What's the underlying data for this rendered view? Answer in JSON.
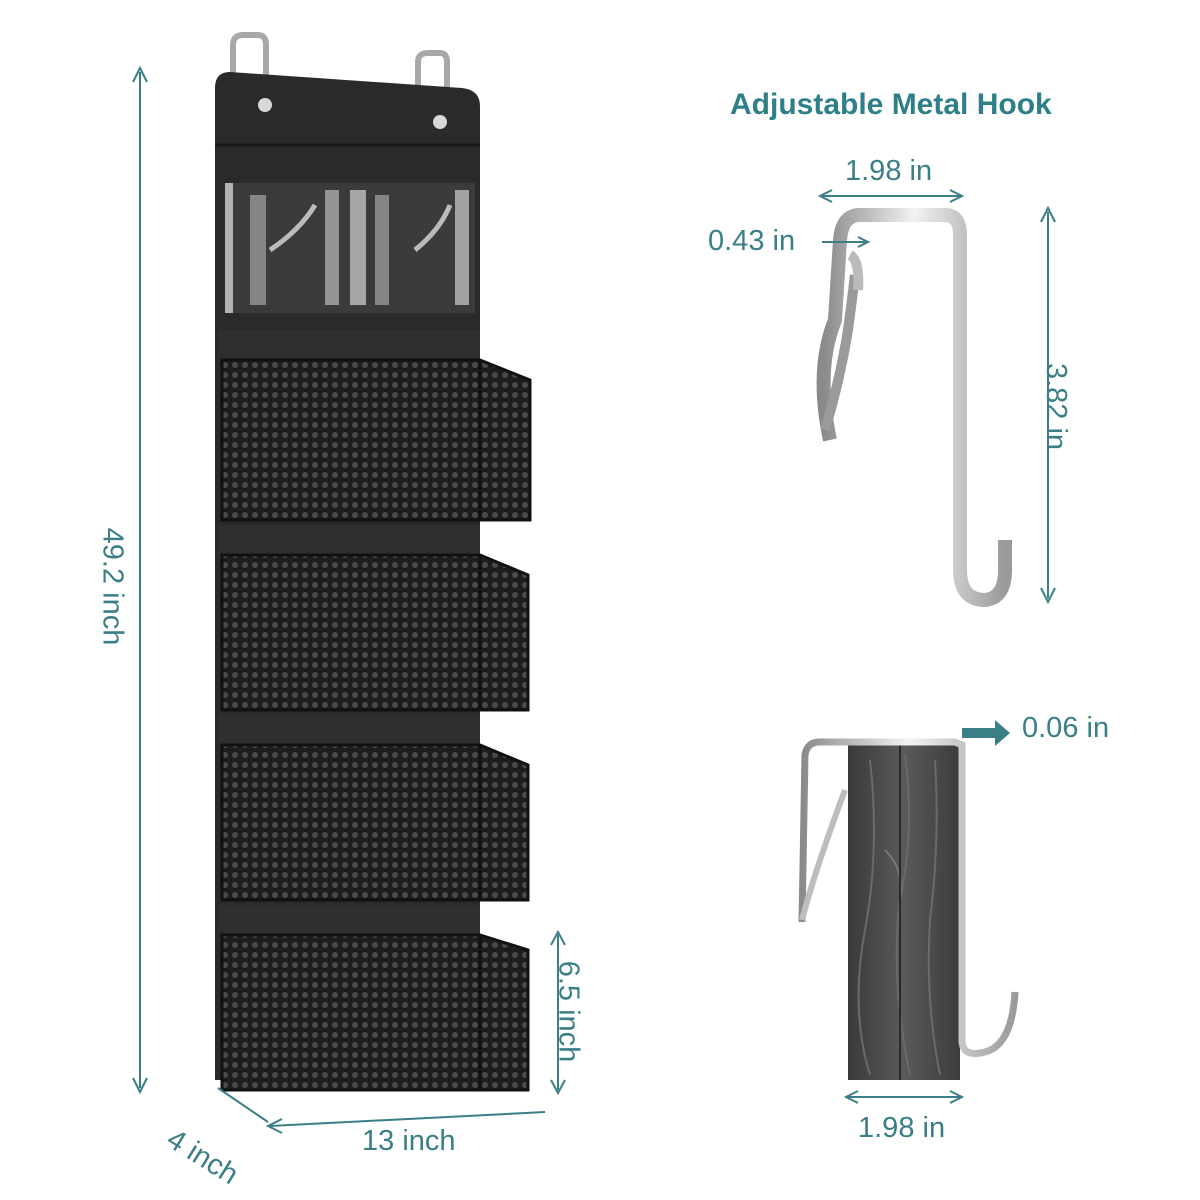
{
  "title": "Adjustable Metal Hook",
  "dimensions": {
    "height": "49.2 inch",
    "width": "13 inch",
    "depth": "4 inch",
    "pocket_height": "6.5 inch"
  },
  "hook": {
    "width_top": "1.98 in",
    "inner_gap": "0.43 in",
    "length": "3.82 in",
    "thickness": "0.06 in",
    "width_bottom": "1.98 in"
  },
  "colors": {
    "accent": "#3a7f86",
    "organizer": "#2b2b2b",
    "metal": "#c8c8c8"
  }
}
